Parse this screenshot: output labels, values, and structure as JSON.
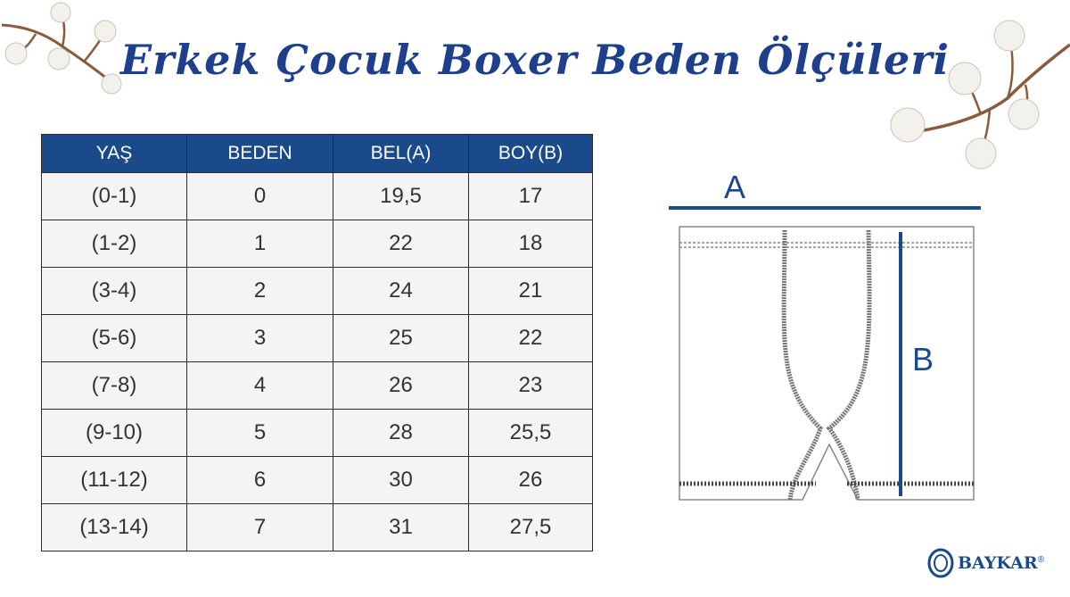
{
  "title": "Erkek Çocuk Boxer Beden Ölçüleri",
  "table": {
    "headers": [
      "YAŞ",
      "BEDEN",
      "BEL(A)",
      "BOY(B)"
    ],
    "rows": [
      [
        "(0-1)",
        "0",
        "19,5",
        "17"
      ],
      [
        "(1-2)",
        "1",
        "22",
        "18"
      ],
      [
        "(3-4)",
        "2",
        "24",
        "21"
      ],
      [
        "(5-6)",
        "3",
        "25",
        "22"
      ],
      [
        "(7-8)",
        "4",
        "26",
        "23"
      ],
      [
        "(9-10)",
        "5",
        "28",
        "25,5"
      ],
      [
        "(11-12)",
        "6",
        "30",
        "26"
      ],
      [
        "(13-14)",
        "7",
        "31",
        "27,5"
      ]
    ]
  },
  "diagram": {
    "label_a": "A",
    "label_b": "B"
  },
  "brand": {
    "name": "BAYKAR",
    "mark": "®"
  },
  "colors": {
    "primary": "#1b4a8a",
    "title": "#1e3f8c",
    "cell_bg": "#f4f4f4"
  },
  "icons": [
    "cotton-branch-icon",
    "boxer-outline-icon",
    "baykar-logo-icon"
  ]
}
